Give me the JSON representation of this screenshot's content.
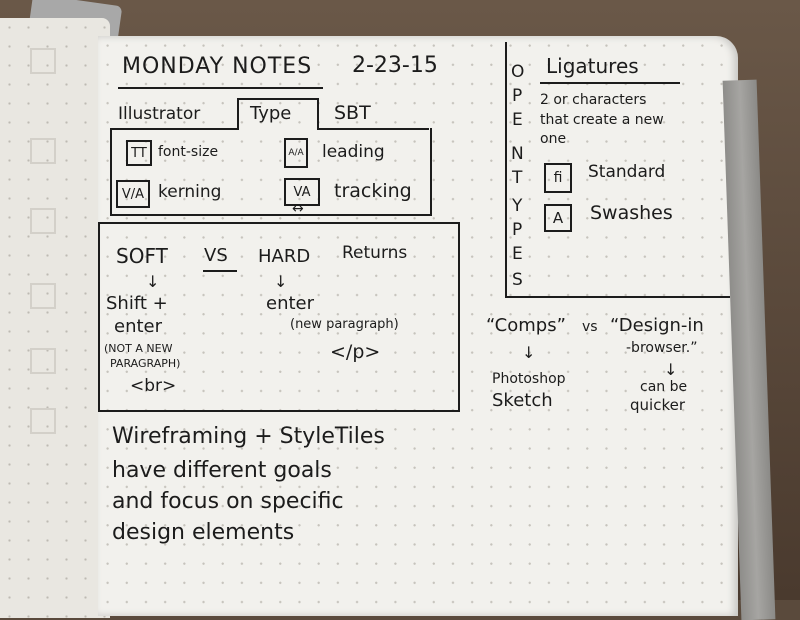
{
  "header": {
    "title": "MONDAY NOTES",
    "date": "2-23-15"
  },
  "tabs": [
    {
      "label": "Illustrator"
    },
    {
      "label": "Type"
    },
    {
      "label": "SBT"
    }
  ],
  "type_panel": {
    "font_size_icon": "TT",
    "font_size": "font-size",
    "leading_icon": "A/A",
    "leading": "leading",
    "kerning_icon": "V/A",
    "kerning": "kerning",
    "tracking_icon": "VA",
    "tracking": "tracking"
  },
  "returns": {
    "soft": "SOFT",
    "vs": "VS",
    "hard": "HARD",
    "returns": "Returns",
    "soft_action_1": "Shift +",
    "soft_action_2": "enter",
    "soft_note_1": "(NOT A NEW",
    "soft_note_2": "PARAGRAPH)",
    "soft_tag": "<br>",
    "hard_action": "enter",
    "hard_note": "(new paragraph)",
    "hard_tag": "</p>"
  },
  "opentype": {
    "vertical": [
      "O",
      "P",
      "E",
      "N",
      "T",
      "Y",
      "P",
      "E",
      "S"
    ],
    "ligatures": "Ligatures",
    "definition_1": "2 or characters",
    "definition_2": "that create a new",
    "definition_3": "one",
    "standard_icon": "fi",
    "standard": "Standard",
    "swashes_icon": "A",
    "swashes": "Swashes"
  },
  "comps": {
    "comps": "“Comps”",
    "vs": "vs",
    "design_1": "“Design-in",
    "design_2": "-browser.”",
    "photoshop": "Photoshop",
    "sketch": "Sketch",
    "quicker_1": "can be",
    "quicker_2": "quicker"
  },
  "wireframing": {
    "line_1": "Wireframing + StyleTiles",
    "line_2": "have different goals",
    "line_3": "and focus on specific",
    "line_4": "design elements"
  },
  "arrows": {
    "down": "↓",
    "double": "↔"
  }
}
